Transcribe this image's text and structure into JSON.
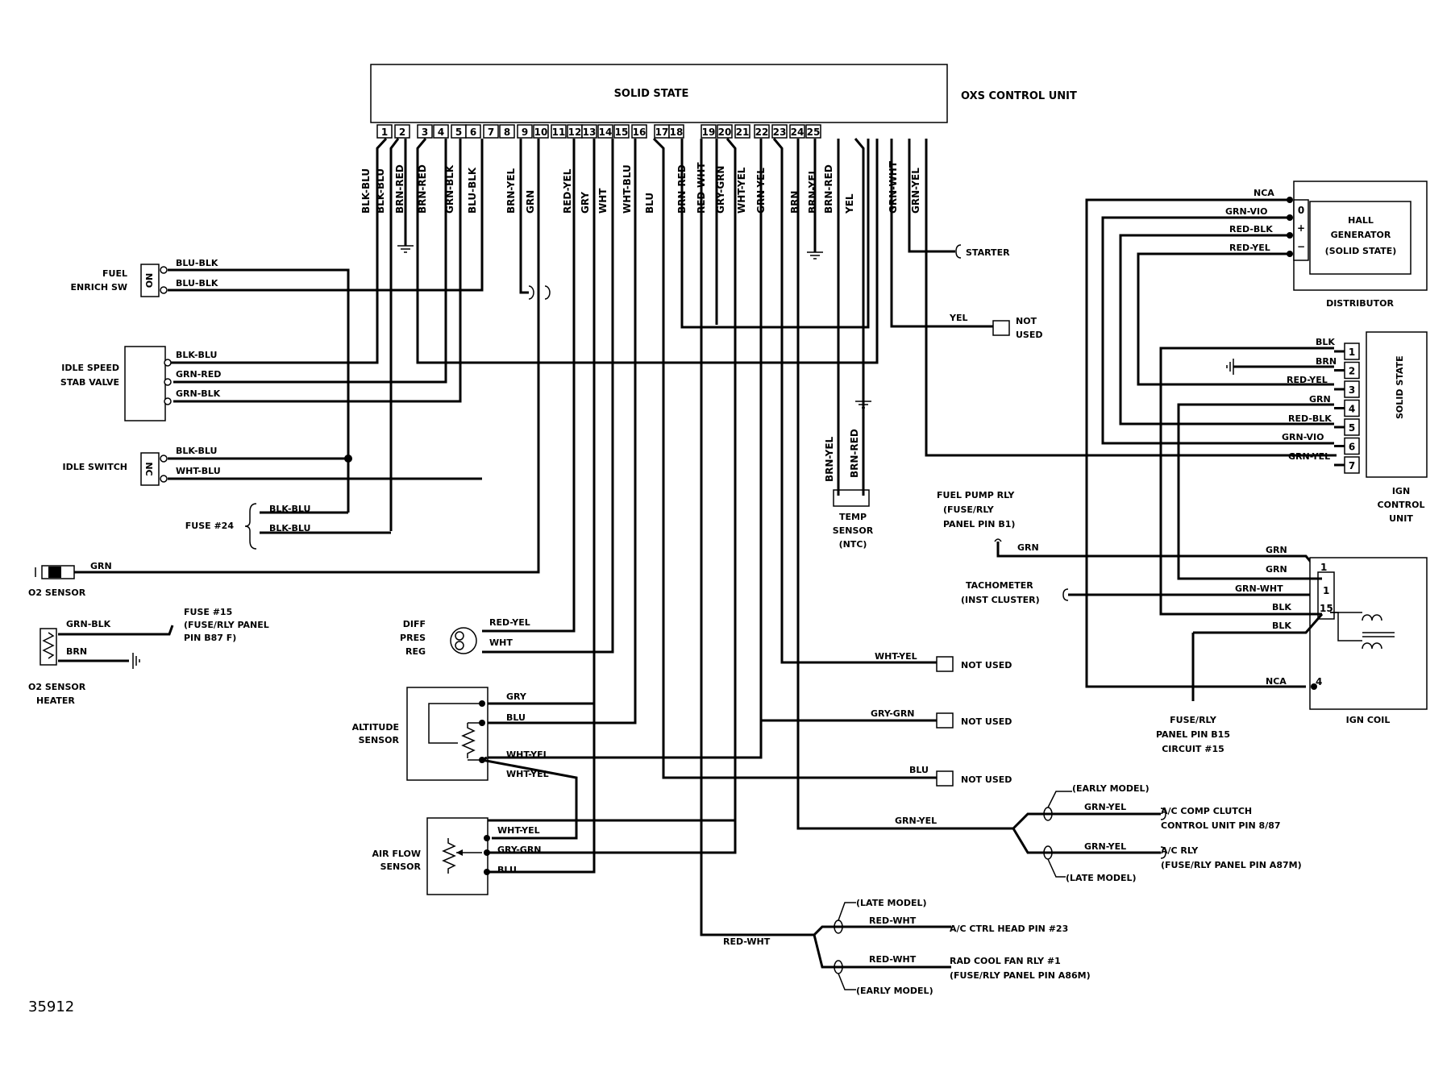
{
  "ecu": {
    "title": "SOLID STATE",
    "unit_label": "OXS CONTROL UNIT",
    "pins": [
      "1",
      "2",
      "3",
      "4",
      "5",
      "6",
      "7",
      "8",
      "9",
      "10",
      "11",
      "12",
      "13",
      "14",
      "15",
      "16",
      "17",
      "18",
      "19",
      "20",
      "21",
      "22",
      "23",
      "24",
      "25"
    ],
    "wire_labels": [
      "BLK-BLU",
      "BLK-BLU",
      "BRN-RED",
      "BRN-RED",
      "GRN-BLK",
      "BLU-BLK",
      "BRN-YEL",
      "GRN",
      "RED-YEL",
      "GRY",
      "WHT",
      "WHT-BLU",
      "BLU",
      "BRN-RED",
      "RED-WHT",
      "GRY-GRN",
      "WHT-YEL",
      "GRN-YEL",
      "BRN",
      "BRN-YEL",
      "BRN-RED",
      "YEL",
      "GRN-WHT",
      "GRN-YEL"
    ]
  },
  "left": {
    "fuel_enrich_sw": {
      "label_line1": "FUEL",
      "label_line2": "ENRICH SW",
      "contact": "NO",
      "wire1": "BLU-BLK",
      "wire2": "BLU-BLK"
    },
    "idle_speed_valve": {
      "label_line1": "IDLE SPEED",
      "label_line2": "STAB VALVE",
      "wire1": "BLK-BLU",
      "wire2": "GRN-RED",
      "wire3": "GRN-BLK"
    },
    "idle_switch": {
      "label": "IDLE SWITCH",
      "contact": "NC",
      "wire1": "BLK-BLU",
      "wire2": "WHT-BLU"
    },
    "fuse24": {
      "label": "FUSE #24",
      "wire1": "BLK-BLU",
      "wire2": "BLK-BLU"
    },
    "o2_sensor": {
      "label": "O2 SENSOR",
      "wire": "GRN"
    },
    "o2_heater": {
      "label_line1": "O2 SENSOR",
      "label_line2": "HEATER",
      "wire1": "GRN-BLK",
      "wire2": "BRN",
      "fuse_line1": "FUSE #15",
      "fuse_line2": "(FUSE/RLY PANEL",
      "fuse_line3": "PIN B87 F)"
    }
  },
  "center": {
    "diff_pres": {
      "line1": "DIFF",
      "line2": "PRES",
      "line3": "REG",
      "wire1": "RED-YEL",
      "wire2": "WHT"
    },
    "altitude": {
      "line1": "ALTITUDE",
      "line2": "SENSOR",
      "wire1": "GRY",
      "wire2": "BLU",
      "wire3": "WHT-YEL",
      "wire4": "WHT-YEL"
    },
    "airflow": {
      "line1": "AIR FLOW",
      "line2": "SENSOR",
      "wire1": "WHT-YEL",
      "wire2": "GRY-GRN",
      "wire3": "BLU"
    },
    "temp_sensor": {
      "line1": "TEMP",
      "line2": "SENSOR",
      "line3": "(NTC)",
      "wire1": "BRN-YEL",
      "wire2": "BRN-RED"
    },
    "starter": "STARTER",
    "not_used_yel": {
      "wire": "YEL",
      "line1": "NOT",
      "line2": "USED"
    },
    "not_used_wht_yel": {
      "wire": "WHT-YEL",
      "label": "NOT USED"
    },
    "not_used_gry_grn": {
      "wire": "GRY-GRN",
      "label": "NOT USED"
    },
    "not_used_blu": {
      "wire": "BLU",
      "label": "NOT USED"
    }
  },
  "bottom": {
    "grn_yel": {
      "wire": "GRN-YEL",
      "early": "(EARLY MODEL)",
      "late": "(LATE MODEL)",
      "wire_a": "GRN-YEL",
      "wire_b": "GRN-YEL",
      "dest_a_line1": "A/C COMP CLUTCH",
      "dest_a_line2": "CONTROL UNIT PIN 8/87",
      "dest_b_line1": "A/C RLY",
      "dest_b_line2": "(FUSE/RLY PANEL PIN A87M)"
    },
    "red_wht": {
      "wire": "RED-WHT",
      "late": "(LATE MODEL)",
      "early": "(EARLY MODEL)",
      "wire_a": "RED-WHT",
      "wire_b": "RED-WHT",
      "dest_a": "A/C CTRL HEAD PIN #23",
      "dest_b_line1": "RAD COOL FAN RLY #1",
      "dest_b_line2": "(FUSE/RLY PANEL PIN A86M)"
    }
  },
  "right": {
    "hall": {
      "line1": "HALL",
      "line2": "GENERATOR",
      "line3": "(SOLID STATE)",
      "caption": "DISTRIBUTOR",
      "wires": [
        "NCA",
        "GRN-VIO",
        "RED-BLK",
        "RED-YEL"
      ],
      "pins": [
        "0",
        "+",
        "−"
      ]
    },
    "ign": {
      "vertical": "SOLID STATE",
      "line1": "IGN",
      "line2": "CONTROL",
      "line3": "UNIT",
      "wires": [
        "BLK",
        "BRN",
        "RED-YEL",
        "GRN",
        "RED-BLK",
        "GRN-VIO",
        "GRN-YEL"
      ],
      "pins": [
        "1",
        "2",
        "3",
        "4",
        "5",
        "6",
        "7"
      ]
    },
    "fuel_pump": {
      "line1": "FUEL PUMP RLY",
      "line2": "(FUSE/RLY",
      "line3": "PANEL PIN B1)",
      "wire": "GRN"
    },
    "tach": {
      "line1": "TACHOMETER",
      "line2": "(INST CLUSTER)"
    },
    "coil": {
      "caption": "IGN COIL",
      "wires": [
        "GRN",
        "GRN",
        "GRN-WHT",
        "BLK",
        "BLK",
        "NCA"
      ],
      "pins": [
        "1",
        "1",
        "15",
        "4"
      ],
      "fuse_line1": "FUSE/RLY",
      "fuse_line2": "PANEL PIN B15",
      "fuse_line3": "CIRCUIT #15"
    }
  },
  "figure_number": "35912"
}
